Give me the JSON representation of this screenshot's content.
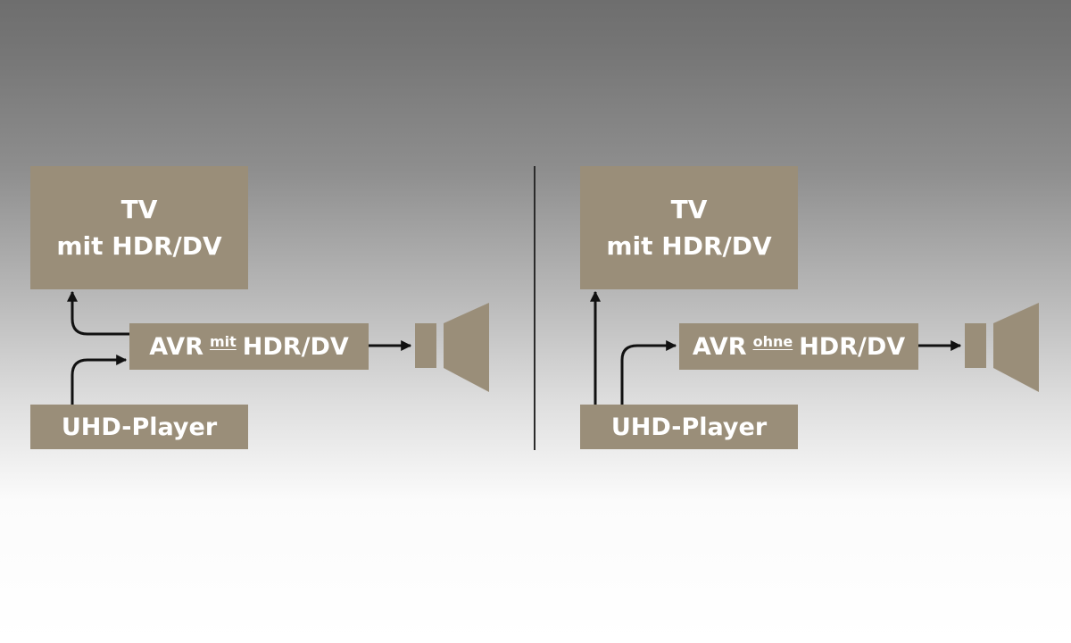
{
  "left": {
    "tv": {
      "line1": "TV",
      "line2": "mit HDR/DV"
    },
    "avr": {
      "prefix": "AVR",
      "sub": "mit",
      "suffix": "HDR/DV"
    },
    "player": "UHD-Player"
  },
  "right": {
    "tv": {
      "line1": "TV",
      "line2": "mit HDR/DV"
    },
    "avr": {
      "prefix": "AVR",
      "sub": "ohne",
      "suffix": "HDR/DV"
    },
    "player": "UHD-Player"
  },
  "colors": {
    "box": "#9a8e79",
    "text": "#ffffff",
    "line": "#111111"
  }
}
